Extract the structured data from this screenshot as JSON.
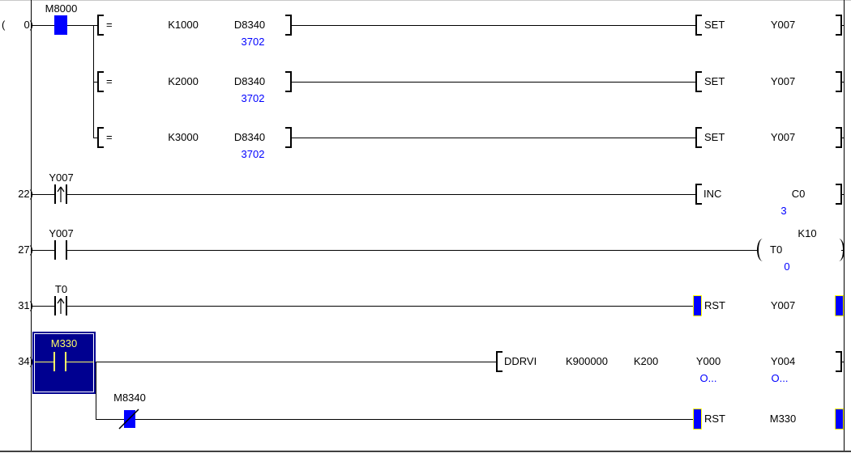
{
  "colors": {
    "wire": "#000000",
    "energized_fill": "#0000ff",
    "monitor_text": "#0000ff",
    "selection_bg": "#000090",
    "selection_text": "#ffff66",
    "highlight_border": "#ffff00"
  },
  "rung0": {
    "paren": "(",
    "step": "0)",
    "contact_label": "M8000",
    "branches": [
      {
        "op": "=",
        "arg1": "K1000",
        "arg2": "D8340",
        "monitor": "3702",
        "out_op": "SET",
        "out_arg": "Y007"
      },
      {
        "op": "=",
        "arg1": "K2000",
        "arg2": "D8340",
        "monitor": "3702",
        "out_op": "SET",
        "out_arg": "Y007"
      },
      {
        "op": "=",
        "arg1": "K3000",
        "arg2": "D8340",
        "monitor": "3702",
        "out_op": "SET",
        "out_arg": "Y007"
      }
    ]
  },
  "rung22": {
    "paren": "(",
    "step": "22)",
    "contact_label": "Y007",
    "op": "INC",
    "arg": "C0",
    "monitor": "3"
  },
  "rung27": {
    "paren": "(",
    "step": "27)",
    "contact_label": "Y007",
    "preset": "K10",
    "coil": "T0",
    "monitor": "0"
  },
  "rung31": {
    "paren": "(",
    "step": "31)",
    "contact_label": "T0",
    "op": "RST",
    "arg": "Y007"
  },
  "rung34": {
    "paren": "(",
    "step": "34)",
    "contact_label": "M330",
    "op": "DDRVI",
    "arg1": "K900000",
    "arg2": "K200",
    "arg3": "Y000",
    "arg4": "Y004",
    "monitor3": "O...",
    "monitor4": "O..."
  },
  "rung34b": {
    "contact_label": "M8340",
    "op": "RST",
    "arg": "M330"
  }
}
